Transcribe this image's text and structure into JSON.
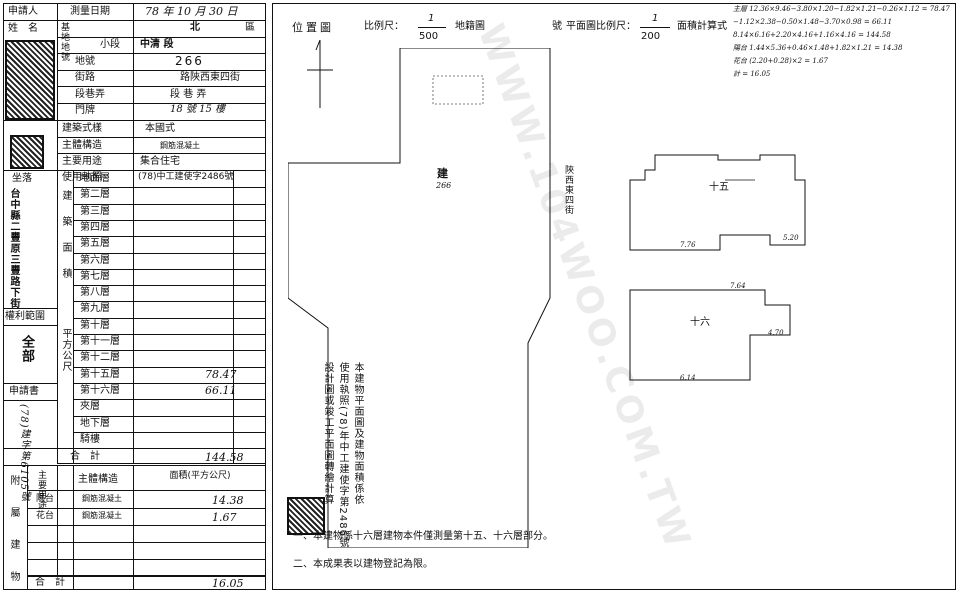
{
  "form": {
    "applicant_label": "申請人",
    "name_label": "姓　名",
    "survey_date_label": "測量日期",
    "survey_date_value": "78 年 10 月 30 日",
    "district_label": "區",
    "district_value": "北",
    "base_label": "基地地號",
    "section_label": "小段",
    "section_value": "中清 段",
    "lot_label": "地號",
    "lot_value": "266",
    "street_label": "街路",
    "street_value": "路陝西東四街",
    "lane_label": "段巷弄",
    "lane_value": "段 巷 弄",
    "door_label": "門牌",
    "door_value": "18 號 15 樓",
    "building_type_label": "建築式樣",
    "building_type_value": "本國式",
    "structure_label": "主體構造",
    "structure_value": "鋼筋混凝土",
    "usage_label": "主要用途",
    "usage_value": "集合住宅",
    "permit_label": "使用執照",
    "permit_value": "(78)中工建使字2486號",
    "location_label": "坐落",
    "location_value": "台中縣二豐原三豐路下街",
    "rights_label": "權利範圍",
    "rights_value": "全部",
    "application_label": "申請書",
    "application_value": "(78)建字第6105號",
    "area_group_label": "建築面積",
    "unit_label": "平方公尺",
    "floors": [
      {
        "label": "地面層",
        "value": ""
      },
      {
        "label": "第二層",
        "value": ""
      },
      {
        "label": "第三層",
        "value": ""
      },
      {
        "label": "第四層",
        "value": ""
      },
      {
        "label": "第五層",
        "value": ""
      },
      {
        "label": "第六層",
        "value": ""
      },
      {
        "label": "第七層",
        "value": ""
      },
      {
        "label": "第八層",
        "value": ""
      },
      {
        "label": "第九層",
        "value": ""
      },
      {
        "label": "第十層",
        "value": ""
      },
      {
        "label": "第十一層",
        "value": ""
      },
      {
        "label": "第十二層",
        "value": ""
      },
      {
        "label": "第十五層",
        "value": "78.47"
      },
      {
        "label": "第十六層",
        "value": "66.11"
      },
      {
        "label": "夾層",
        "value": ""
      },
      {
        "label": "地下層",
        "value": ""
      },
      {
        "label": "騎樓",
        "value": ""
      }
    ],
    "total_label": "合　計",
    "total_value": "144.58",
    "attached_label": "附屬建物",
    "attached_headers": [
      "主要用途",
      "主體構造",
      "面積(平方公尺)"
    ],
    "attached": [
      {
        "use": "陽台",
        "structure": "鋼筋混凝土",
        "area": "14.38"
      },
      {
        "use": "花台",
        "structure": "鋼筋混凝土",
        "area": "1.67"
      },
      {
        "use": "",
        "structure": "",
        "area": ""
      },
      {
        "use": "",
        "structure": "",
        "area": ""
      },
      {
        "use": "",
        "structure": "",
        "area": ""
      }
    ],
    "attached_total_label": "合　計",
    "attached_total_value": "16.05"
  },
  "drawing": {
    "location_map_label": "位置圖",
    "scale_label": "比例尺：",
    "location_scale_num": "1",
    "location_scale_den": "500",
    "land_map_label": "地籍圖",
    "number_label": "號",
    "floorplan_scale_label": "平面圖比例尺：",
    "floorplan_scale_num": "1",
    "floorplan_scale_den": "200",
    "area_calc_label": "面積計算式",
    "calc_lines": [
      "主層 12.36×9.46−3.80×1.20−1.82×1.21−0.26×1.12 = 78.47",
      "−1.12×2.38−0.50×1.48−3.70×0.98 = 66.11",
      "8.14×6.16+2.20×4.16+1.16×4.16 = 144.58",
      "陽台 1.44×5.36+0.46×1.48+1.82×1.21 = 14.38",
      "花台 (2.20+0.28)×2 = 1.67",
      "計 = 16.05"
    ],
    "lot_label": "建",
    "lot_number": "266",
    "road_label": "陝西東四街",
    "floor15_label": "十五",
    "floor16_label": "十六",
    "dim_776": "7.76",
    "dim_520": "5.20",
    "dim_764": "7.64",
    "dim_614": "6.14",
    "dim_470": "4.70",
    "notes_vertical": [
      "本建物平面圖及建物面積係依",
      "使用執照(78)年中工建使字第2486號",
      "設計圖或竣工平面圖轉繪計算"
    ],
    "note1": "一、本建物係十六層建物本件僅測量第十五、十六層部分。",
    "note2": "二、本成果表以建物登記為限。",
    "watermark": "WWW.104WOO.COM.TW"
  }
}
